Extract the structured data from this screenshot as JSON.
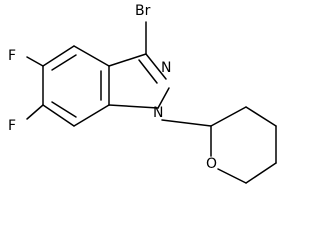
{
  "colors": {
    "background": "#ffffff",
    "ink": "#000000"
  },
  "molecule": {
    "atoms": {
      "Br": "Br",
      "N2": "N",
      "N1": "N",
      "F5": "F",
      "F6": "F",
      "O": "O"
    }
  }
}
